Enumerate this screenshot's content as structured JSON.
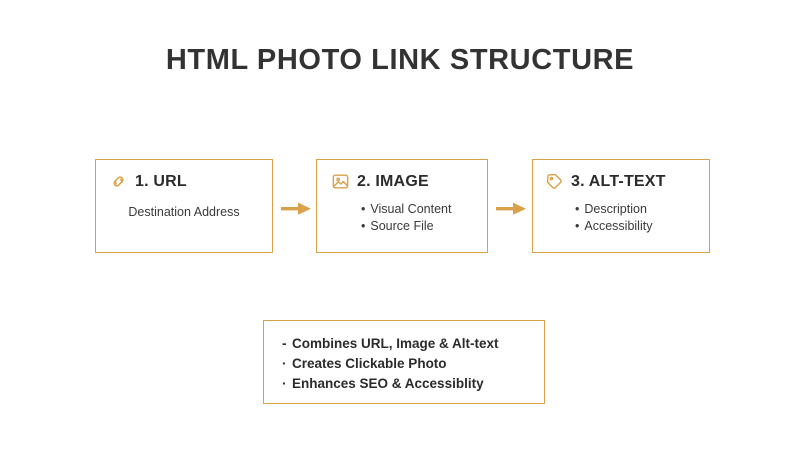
{
  "page": {
    "title": "HTML PHOTO LINK STRUCTURE",
    "background_color": "#ffffff",
    "accent_color": "#d9a14a",
    "text_color": "#2b2b2b"
  },
  "flow": {
    "steps": [
      {
        "icon": "link-icon",
        "title": "1. URL",
        "layout": "centered",
        "lines": [
          "Destination Address"
        ]
      },
      {
        "icon": "image-icon",
        "title": "2. IMAGE",
        "layout": "bulleted",
        "lines": [
          "Visual Content",
          "Source File"
        ]
      },
      {
        "icon": "tag-icon",
        "title": "3. ALT-TEXT",
        "layout": "bulleted",
        "lines": [
          "Description",
          "Accessibility"
        ]
      }
    ],
    "arrows": [
      {
        "icon": "arrow-right-icon"
      },
      {
        "icon": "arrow-right-icon"
      }
    ]
  },
  "summary": {
    "items": [
      {
        "marker": "-",
        "text": "Combines URL, Image & Alt-text"
      },
      {
        "marker": "·",
        "text": "Creates Clickable Photo"
      },
      {
        "marker": "·",
        "text": "Enhances SEO & Accessiblity"
      }
    ]
  }
}
